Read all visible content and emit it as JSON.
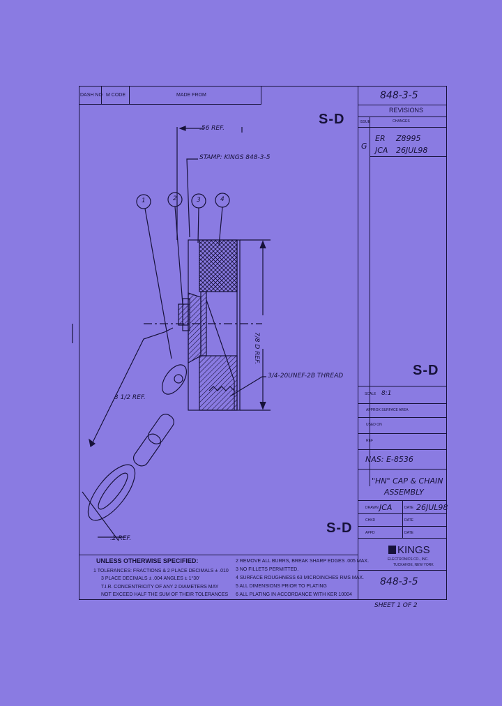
{
  "header": {
    "dash_no": "DASH NO",
    "m_code": "M CODE",
    "made_from": "MADE FROM"
  },
  "drawing_number_top": "848-3-5",
  "revisions": {
    "title": "REVISIONS",
    "issue_label": "ISSUE",
    "changes_label": "CHANGES",
    "issue": "G",
    "line1_a": "ER",
    "line1_b": "Z8995",
    "line2_a": "JCA",
    "line2_b": "26JUL98"
  },
  "security_marks": [
    "S-D",
    "S-D",
    "S-D"
  ],
  "drawing": {
    "dim_top": ".56 REF.",
    "stamp": "STAMP: KINGS 848-3-5",
    "balloons": [
      "1",
      "2",
      "3",
      "4"
    ],
    "dia": "7/8 D REF.",
    "thread": "3/4-20UNEF-2B THREAD",
    "chain_len": "3 1/2 REF.",
    "ring_dim": ".2 REF."
  },
  "title_block": {
    "scale_label": "SCALE",
    "scale": "8:1",
    "approx_area": "APPROX SURFACE AREA",
    "used_on": "USED ON",
    "ref": "REF",
    "nas": "NAS: E-8536",
    "title_line1": "\"HN\" CAP & CHAIN",
    "title_line2": "ASSEMBLY",
    "drawn_label": "DRAWN",
    "drawn": "JCA",
    "date_label": "DATE",
    "date": "26JUL98",
    "chkd_label": "CHKD",
    "chkd_date_label": "DATE",
    "appd_label": "APPD",
    "appd_date_label": "DATE",
    "company": "KINGS",
    "company_sub": "ELECTRONICS CO., INC.",
    "company_addr": "TUCKAHOE, NEW YORK",
    "drawing_number": "848-3-5",
    "sheet": "SHEET 1 OF 2"
  },
  "notes": {
    "heading": "UNLESS OTHERWISE SPECIFIED:",
    "n1a": "1  TOLERANCES: FRACTIONS & 2 PLACE DECIMALS ± .010",
    "n1b": "3 PLACE DECIMALS ± .004          ANGLES ± 1°30'",
    "n1c": "T.I.R. CONCENTRICITY OF ANY 2 DIAMETERS MAY",
    "n1d": "NOT EXCEED HALF THE SUM OF THEIR TOLERANCES",
    "n2": "2  REMOVE ALL BURRS, BREAK SHARP EDGES .005 MAX.",
    "n3": "3  NO FILLETS PERMITTED.",
    "n4": "4  SURFACE ROUGHNESS 63 MICROINCHES RMS MAX.",
    "n5": "5  ALL DIMENSIONS PRIOR TO PLATING",
    "n6": "6  ALL PLATING IN ACCORDANCE WITH KER 10004"
  }
}
